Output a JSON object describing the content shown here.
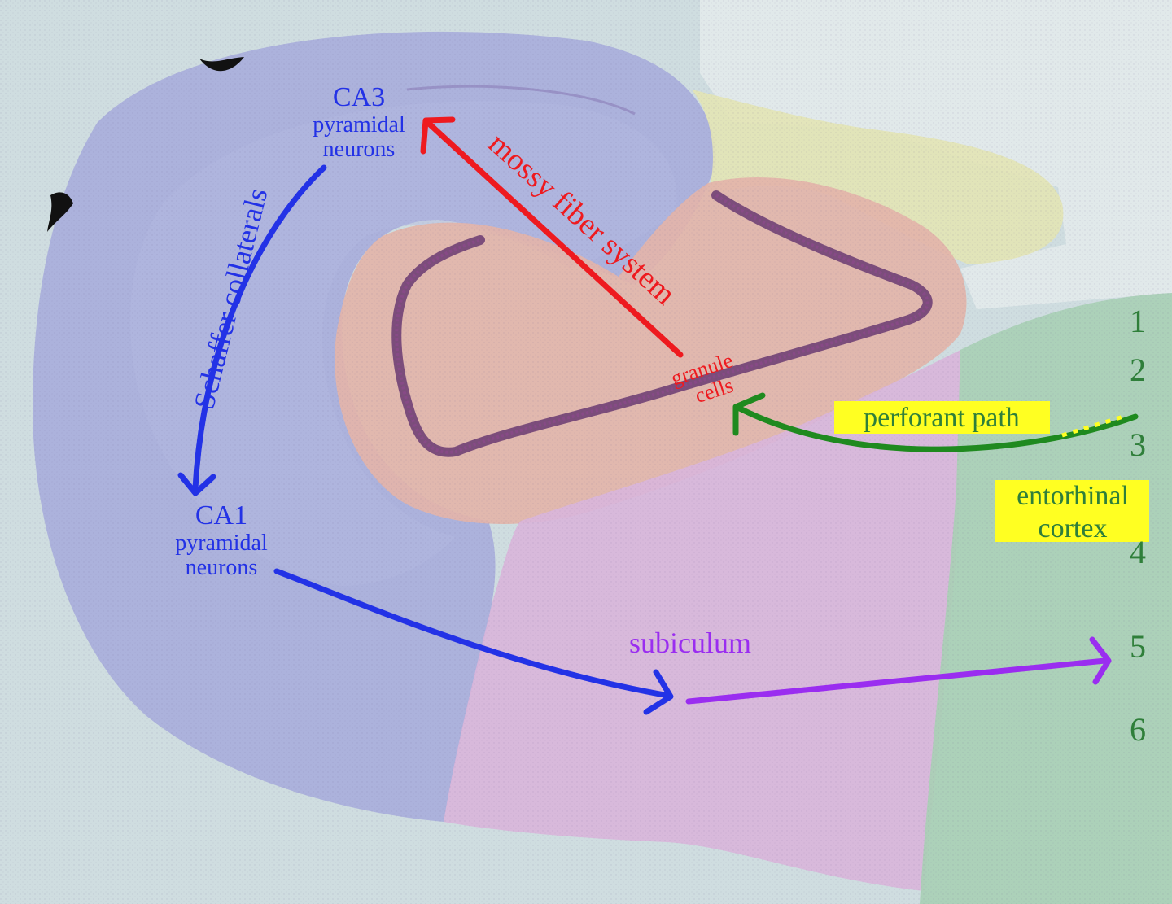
{
  "colors": {
    "background_tissue": "#cfdde0",
    "ca_region": "#a9aedb",
    "dentate_region": "#e3b4a9",
    "yellow_region": "#e3e4b5",
    "subiculum_region": "#d9b5da",
    "entorhinal_region": "#a9cfb5",
    "blue_label": "#2332e6",
    "red_label": "#ee1a1f",
    "purple_label": "#9a2df0",
    "green_label": "#2f7f3a",
    "highlight": "#ffff22"
  },
  "labels": {
    "ca3_title": "CA3",
    "ca3_line1": "pyramidal",
    "ca3_line2": "neurons",
    "ca1_title": "CA1",
    "ca1_line1": "pyramidal",
    "ca1_line2": "neurons",
    "schaffer": "Schaffer collaterals",
    "mossy": "mossy fiber system",
    "granule_line1": "granule",
    "granule_line2": "cells",
    "perforant": "perforant path",
    "entorhinal_line1": "entorhinal",
    "entorhinal_line2": "cortex",
    "subiculum": "subiculum"
  },
  "layers": [
    "1",
    "2",
    "3",
    "4",
    "5",
    "6"
  ],
  "icons": {
    "schaffer_arrow": "curved-arrow-down",
    "mossy_arrow": "straight-arrow-up-left",
    "perforant_arrow": "curved-arrow-left",
    "ca1_arrow": "curved-arrow-right",
    "subiculum_arrow": "straight-arrow-right"
  }
}
